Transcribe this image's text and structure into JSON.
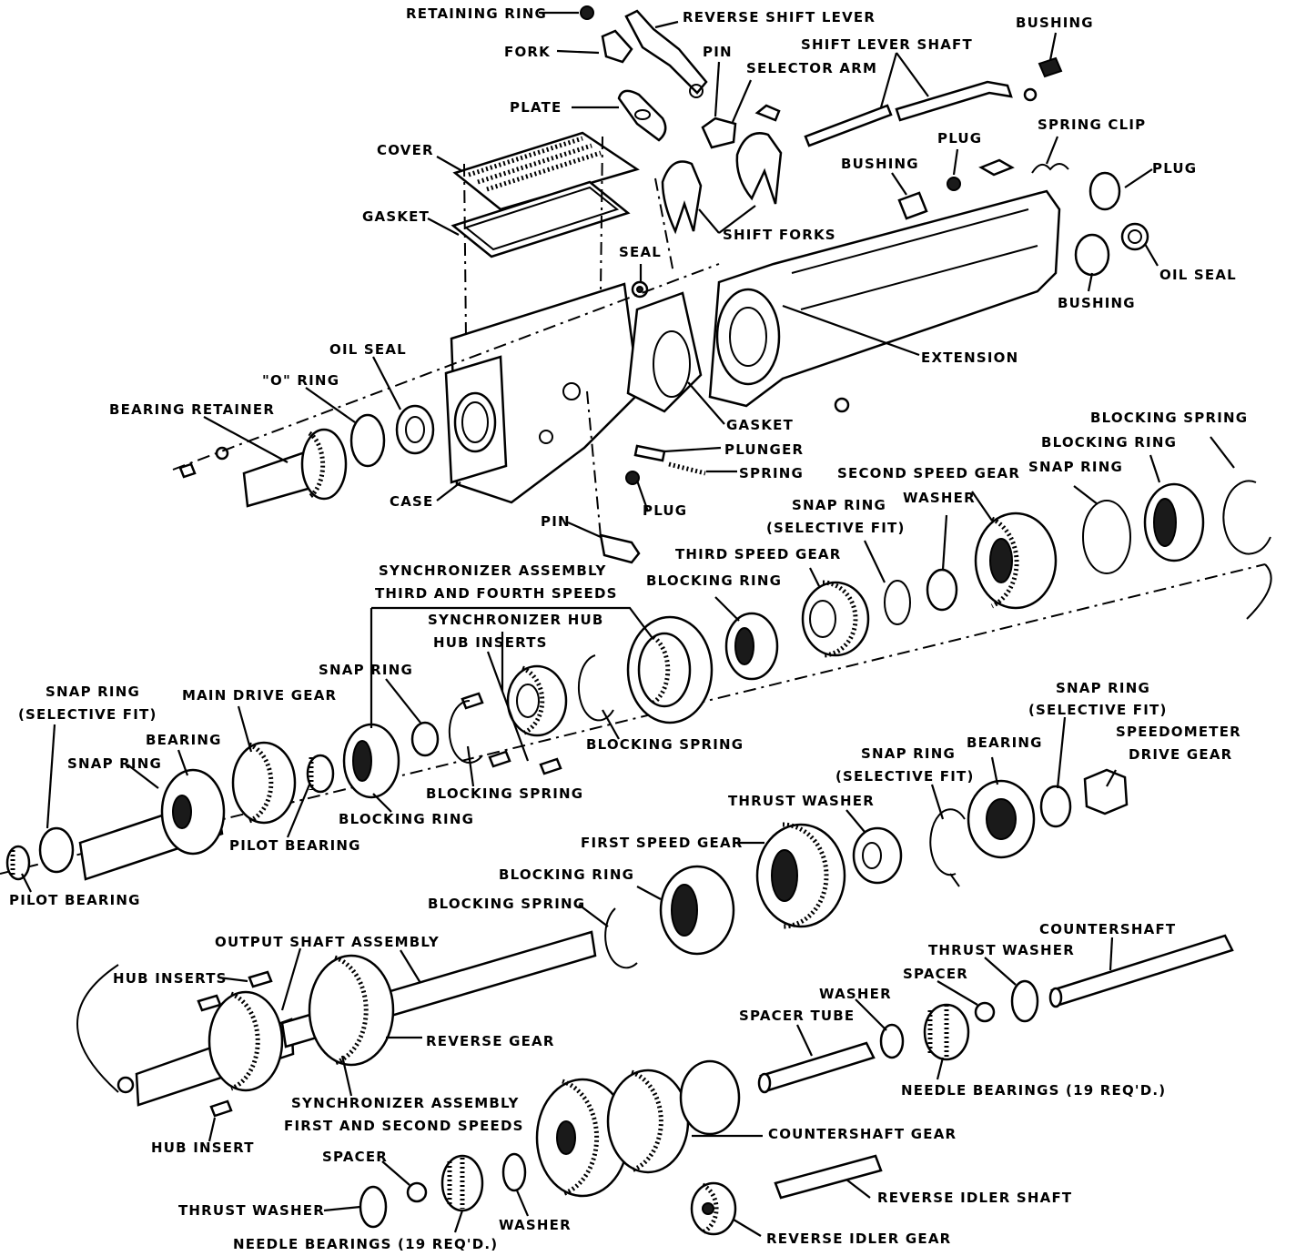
{
  "labels": {
    "retaining_ring": "RETAINING RING",
    "reverse_shift_lever": "REVERSE SHIFT LEVER",
    "bushing_top": "BUSHING",
    "fork": "FORK",
    "pin_top": "PIN",
    "shift_lever_shaft": "SHIFT LEVER SHAFT",
    "selector_arm": "SELECTOR ARM",
    "plate": "PLATE",
    "spring_clip": "SPRING CLIP",
    "cover": "COVER",
    "plug_top": "PLUG",
    "bushing_mid": "BUSHING",
    "plug_right": "PLUG",
    "gasket_top": "GASKET",
    "shift_forks": "SHIFT FORKS",
    "seal": "SEAL",
    "oil_seal_right": "OIL SEAL",
    "bushing_right": "BUSHING",
    "oil_seal": "OIL SEAL",
    "extension": "EXTENSION",
    "o_ring": "\"O\" RING",
    "bearing_retainer": "BEARING RETAINER",
    "gasket_mid": "GASKET",
    "plunger": "PLUNGER",
    "spring": "SPRING",
    "case": "CASE",
    "plug_bottom": "PLUG",
    "pin_bottom": "PIN",
    "blocking_spring_top": "BLOCKING SPRING",
    "blocking_ring_top": "BLOCKING RING",
    "second_speed_gear": "SECOND SPEED GEAR",
    "snap_ring_top": "SNAP RING",
    "snap_ring_selective_a": "SNAP RING",
    "selective_fit_a": "(SELECTIVE FIT)",
    "washer_top": "WASHER",
    "third_speed_gear": "THIRD SPEED GEAR",
    "synchronizer_assembly_34": "SYNCHRONIZER ASSEMBLY",
    "third_fourth_speeds": "THIRD AND FOURTH SPEEDS",
    "blocking_ring_mid": "BLOCKING RING",
    "synchronizer_hub": "SYNCHRONIZER HUB",
    "hub_inserts_mid": "HUB INSERTS",
    "snap_ring_mid": "SNAP RING",
    "snap_ring_left": "SNAP RING",
    "selective_fit_left": "(SELECTIVE FIT)",
    "main_drive_gear": "MAIN DRIVE GEAR",
    "blocking_spring_mid": "BLOCKING SPRING",
    "bearing_left": "BEARING",
    "snap_ring_left2": "SNAP RING",
    "blocking_spring_mid2": "BLOCKING SPRING",
    "blocking_ring_left": "BLOCKING RING",
    "pilot_bearing_mid": "PILOT BEARING",
    "pilot_bearing_left": "PILOT BEARING",
    "snap_ring_selective_b": "SNAP RING",
    "selective_fit_b": "(SELECTIVE FIT)",
    "speedometer": "SPEEDOMETER",
    "drive_gear": "DRIVE GEAR",
    "snap_ring_selective_c": "SNAP RING",
    "selective_fit_c": "(SELECTIVE FIT)",
    "bearing_right": "BEARING",
    "thrust_washer_mid": "THRUST WASHER",
    "first_speed_gear": "FIRST SPEED GEAR",
    "blocking_ring_low": "BLOCKING RING",
    "blocking_spring_low": "BLOCKING SPRING",
    "countershaft": "COUNTERSHAFT",
    "output_shaft_assembly": "OUTPUT SHAFT ASSEMBLY",
    "thrust_washer_right": "THRUST WASHER",
    "spacer_right": "SPACER",
    "hub_inserts_low": "HUB INSERTS",
    "washer_right": "WASHER",
    "spacer_tube": "SPACER TUBE",
    "reverse_gear": "REVERSE GEAR",
    "needle_bearings_right": "NEEDLE BEARINGS (19 REQ'D.)",
    "synchronizer_assembly_12": "SYNCHRONIZER ASSEMBLY",
    "first_second_speeds": "FIRST AND SECOND SPEEDS",
    "countershaft_gear": "COUNTERSHAFT GEAR",
    "hub_insert": "HUB INSERT",
    "spacer_bottom": "SPACER",
    "reverse_idler_shaft": "REVERSE IDLER SHAFT",
    "thrust_washer_bottom": "THRUST WASHER",
    "washer_bottom": "WASHER",
    "needle_bearings_bottom": "NEEDLE BEARINGS (19 REQ'D.)",
    "reverse_idler_gear": "REVERSE IDLER GEAR"
  }
}
